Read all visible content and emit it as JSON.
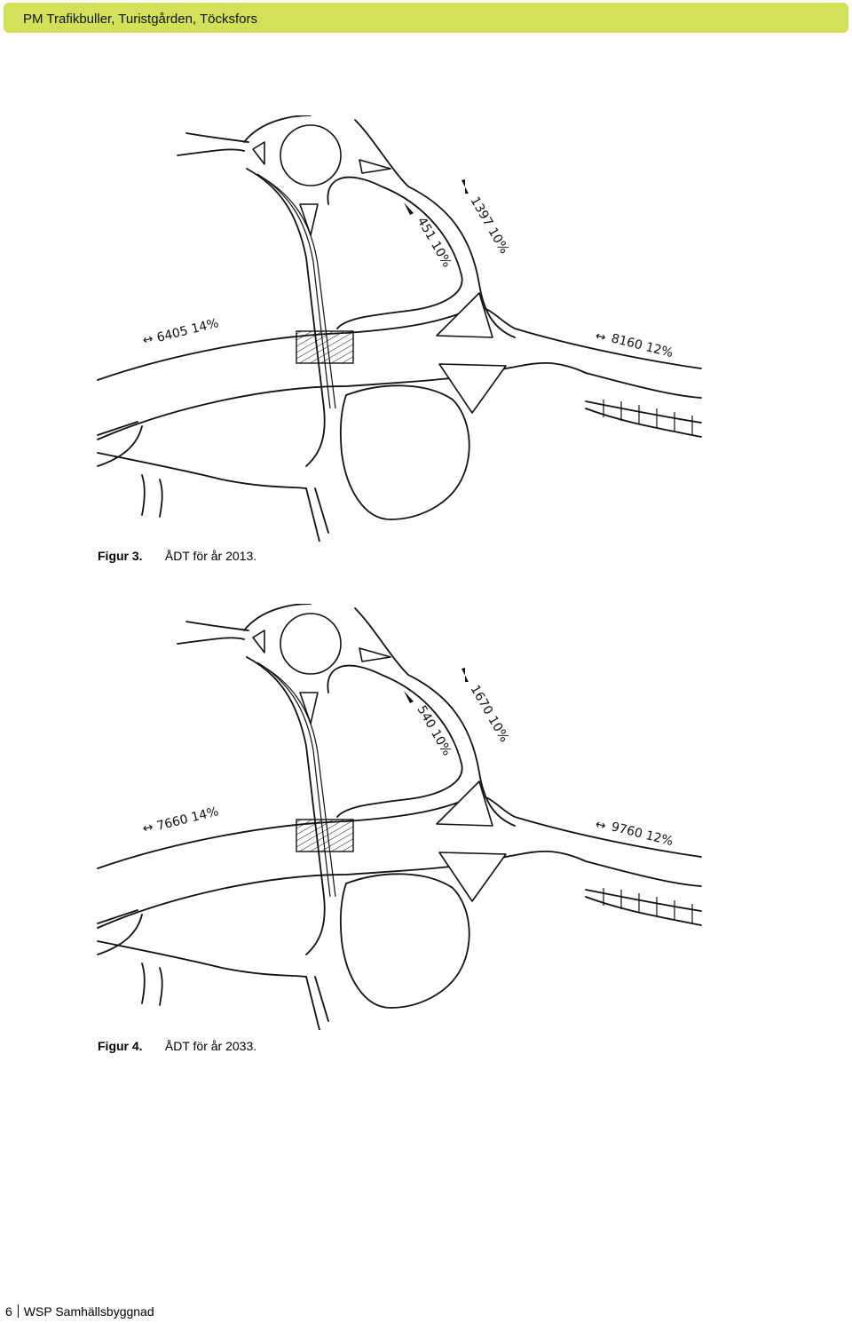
{
  "header": {
    "title": "PM Trafikbuller, Turistgården, Töcksfors"
  },
  "figures": [
    {
      "label": "Figur 3.",
      "caption": "ÅDT för år 2013.",
      "traffic": {
        "west": "6405 14%",
        "east": "8160 12%",
        "ramp_north": "1397 10%",
        "ramp_inner": "451 10%"
      }
    },
    {
      "label": "Figur 4.",
      "caption": "ÅDT för år 2033.",
      "traffic": {
        "west": "7660 14%",
        "east": "9760 12%",
        "ramp_north": "1670 10%",
        "ramp_inner": "540 10%"
      }
    }
  ],
  "footer": {
    "page": "6",
    "company": "WSP Samhällsbyggnad"
  }
}
